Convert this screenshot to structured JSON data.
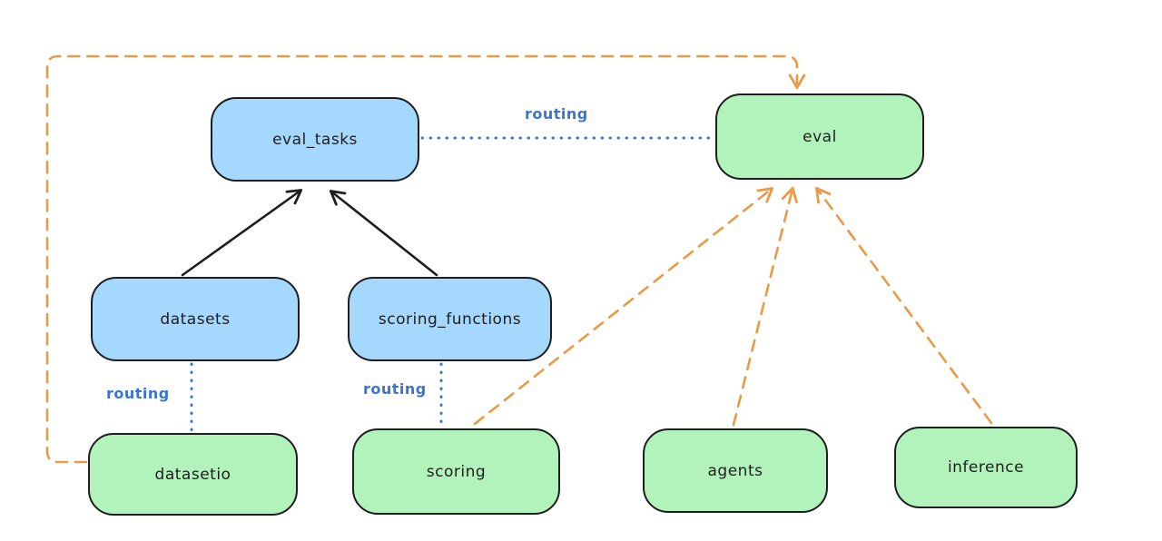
{
  "diagram": {
    "colors": {
      "registry_fill_blue": "#a5d8ff",
      "provider_fill_green": "#b2f2bb",
      "node_stroke": "#1e1e1e",
      "routing_blue": "#3b74d1",
      "provider_orange": "#e89a45",
      "background": "#ffffff"
    },
    "nodes": {
      "eval_tasks": {
        "label": "eval_tasks",
        "color": "blue"
      },
      "eval": {
        "label": "eval",
        "color": "green"
      },
      "datasets": {
        "label": "datasets",
        "color": "blue"
      },
      "scoring_functions": {
        "label": "scoring_functions",
        "color": "blue"
      },
      "datasetio": {
        "label": "datasetio",
        "color": "green"
      },
      "scoring": {
        "label": "scoring",
        "color": "green"
      },
      "agents": {
        "label": "agents",
        "color": "green"
      },
      "inference": {
        "label": "inference",
        "color": "green"
      }
    },
    "edges": [
      {
        "from": "datasets",
        "to": "eval_tasks",
        "style": "solid-black-arrow"
      },
      {
        "from": "scoring_functions",
        "to": "eval_tasks",
        "style": "solid-black-arrow"
      },
      {
        "from": "eval_tasks",
        "to": "eval",
        "style": "dotted-blue",
        "label": "routing"
      },
      {
        "from": "datasets",
        "to": "datasetio",
        "style": "dotted-blue",
        "label": "routing"
      },
      {
        "from": "scoring_functions",
        "to": "scoring",
        "style": "dotted-blue",
        "label": "routing"
      },
      {
        "from": "datasetio",
        "to": "eval",
        "style": "dashed-orange-arrow"
      },
      {
        "from": "scoring",
        "to": "eval",
        "style": "dashed-orange-arrow"
      },
      {
        "from": "agents",
        "to": "eval",
        "style": "dashed-orange-arrow"
      },
      {
        "from": "inference",
        "to": "eval",
        "style": "dashed-orange-arrow"
      }
    ]
  }
}
